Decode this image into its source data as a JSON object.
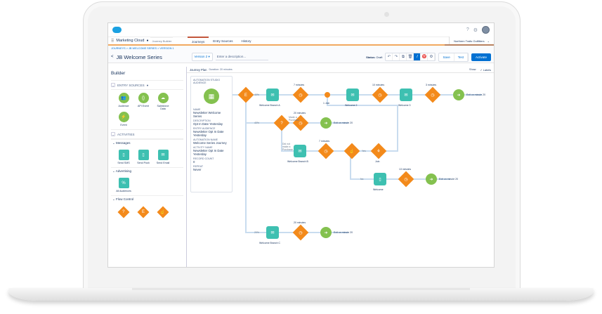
{
  "topbar": {
    "help_icon": "?",
    "settings_icon": "gear"
  },
  "nav": {
    "app_name": "Marketing Cloud",
    "app_sub": "Journey Builder",
    "tabs": [
      {
        "label": "Journeys",
        "active": true
      },
      {
        "label": "Entry Sources"
      },
      {
        "label": "History"
      }
    ],
    "org": "Northern Trails Outfitters"
  },
  "breadcrumb": "JOURNEYS > JB WELCOME SERIES > VERSION 1",
  "title": {
    "back": "<",
    "name": "JB Welcome Series",
    "version": "Version 2 ▾",
    "description_placeholder": "Enter a description..."
  },
  "toolbar": {
    "status_label": "Status:",
    "status_value": "Draft",
    "save": "Save",
    "test": "Test",
    "activate": "Activate"
  },
  "builder": {
    "title": "Builder",
    "entry_sources": {
      "label": "ENTRY SOURCES",
      "items": [
        "Audience",
        "API Event",
        "Salesforce Data",
        "Event"
      ]
    },
    "activities": {
      "label": "ACTIVITIES"
    },
    "messages": {
      "label": "Messages",
      "items": [
        "Send SMS",
        "Send Push",
        "Send Email"
      ]
    },
    "advertising": {
      "label": "Advertising",
      "items": [
        "All Audiences"
      ]
    },
    "flow_control": {
      "label": "Flow Control"
    }
  },
  "plan": {
    "label": "Journey Plan",
    "duration": "Duration: 20 minutes",
    "show": "Show",
    "labels": "Labels"
  },
  "entry_card": {
    "header": "AUTOMATION STUDIO AUDIENCE",
    "fields": [
      {
        "k": "NAME",
        "v": "Newsletter Welcome Series"
      },
      {
        "k": "DESCRIPTION",
        "v": "Opt In Date Yesterday"
      },
      {
        "k": "ENTRY AUDIENCE",
        "v": "Newsletter Opt In Date Yesterday"
      },
      {
        "k": "AUTOMATION NAME",
        "v": "Welcome Series Journey"
      },
      {
        "k": "ACTIVITY NAME",
        "v": "Newsletter Opt In Date Yesterday"
      },
      {
        "k": "RECORD COUNT",
        "v": "0"
      },
      {
        "k": "REPEAT",
        "v": "Never"
      }
    ]
  },
  "flow": {
    "pct_a": "40%",
    "pct_b": "40%",
    "pct_c": "20%",
    "wait_a": "7 minutes",
    "join1": "1 Join",
    "welcome2": "Welcome 2",
    "wait_2": "10 minutes",
    "welcome3": "Welcome 3",
    "wait_3": "3 minutes",
    "exit_a": "Exit on minute 20",
    "welcome_a": "Welcome Branch A",
    "made_purchase": "Made a Purchase",
    "wait_b1": "20 minutes",
    "exit_b1": "Exit on minute 20",
    "did_not": "Did not make a Purchase",
    "welcome_b": "Welcome Branch B",
    "wait_b2": "7 minutes",
    "yes": "Yes",
    "join": "Join",
    "no": "No",
    "welcome": "Welcome",
    "wait_b3": "13 minutes",
    "exit_b3": "Exit on minute 20",
    "welcome_c": "Welcome Branch C",
    "wait_c": "20 minutes",
    "exit_c": "Exit on minute 20"
  }
}
